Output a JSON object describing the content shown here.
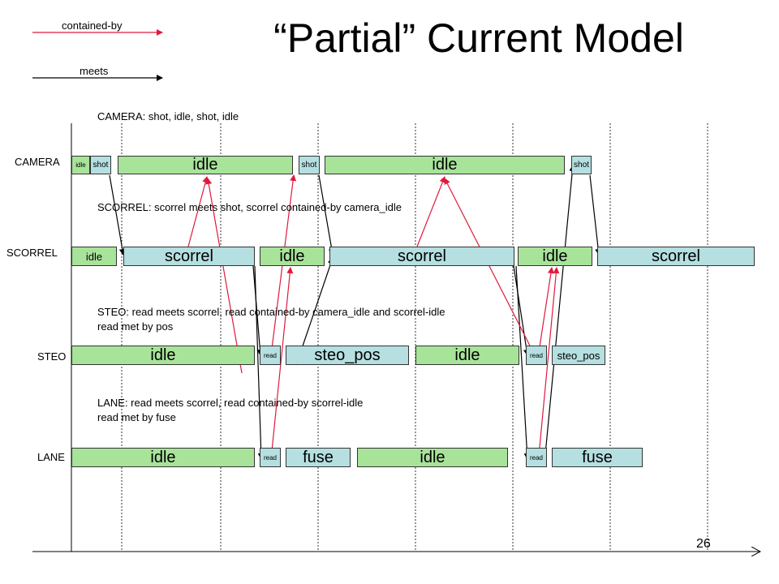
{
  "title": "“Partial” Current Model",
  "legend": {
    "contained_by": "contained-by",
    "meets": "meets",
    "contained_by_color": "#e0193c",
    "meets_color": "#000000"
  },
  "rows": {
    "camera": "CAMERA",
    "scorrel": "SCORREL",
    "steo": "STEO",
    "lane": "LANE"
  },
  "captions": {
    "camera": "CAMERA: shot, idle, shot, idle",
    "scorrel": "SCORREL: scorrel meets shot, scorrel contained-by camera_idle",
    "steo_line1": "STEO: read meets scorrel, read contained-by camera_idle and scorrel-idle",
    "steo_line2": "read met by pos",
    "lane_line1": "LANE: read meets scorrel, read contained-by scorrel-idle",
    "lane_line2": "read met by fuse"
  },
  "camera_boxes": [
    "idle",
    "shot",
    "idle",
    "shot",
    "idle",
    "shot"
  ],
  "scorrel_boxes": [
    "idle",
    "scorrel",
    "idle",
    "scorrel",
    "idle",
    "scorrel"
  ],
  "steo_boxes": [
    "idle",
    "read",
    "steo_pos",
    "idle",
    "read",
    "steo_pos"
  ],
  "lane_boxes": [
    "idle",
    "read",
    "fuse",
    "idle",
    "read",
    "fuse"
  ],
  "colors": {
    "idle_fill": "#a8e39a",
    "activity_fill": "#b5dfe0",
    "dotted_lines": "#333333"
  },
  "page_number": "26"
}
